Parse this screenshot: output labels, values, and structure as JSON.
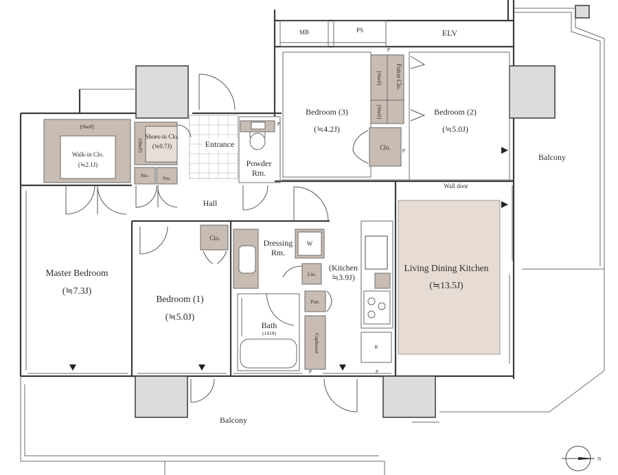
{
  "rooms": {
    "mb": "MB",
    "ps": "PS",
    "elv": "ELV",
    "bedroom3": "Bedroom (3)",
    "bedroom3_size": "(≒4.2J)",
    "bedroom2": "Bedroom (2)",
    "bedroom2_size": "(≒5.0J)",
    "balcony_right": "Balcony",
    "wall_door": "Wall door",
    "entrance": "Entrance",
    "powder_1": "Powder",
    "powder_2": "Rm.",
    "hall": "Hall",
    "master_bedroom": "Master Bedroom",
    "master_bedroom_size": "(≒7.3J)",
    "bedroom1": "Bedroom (1)",
    "bedroom1_size": "(≒5.0J)",
    "dressing_1": "Dressing",
    "dressing_2": "Rm.",
    "kitchen_1": "(Kitchen",
    "kitchen_2": "≒3.9J)",
    "ldk": "Living Dining Kitchen",
    "ldk_size": "(≒13.5J)",
    "bath": "Bath",
    "bath_size": "(1418)",
    "balcony_bottom": "Balcony"
  },
  "storage": {
    "shelf": "[Shelf]",
    "walkin_1": "Walk-in Clo.",
    "walkin_2": "(≒2.1J)",
    "shoes_1": "Shoes-in Clo.",
    "shoes_2": "(≒0.7J)",
    "shelf_v": "(Shelf)",
    "sto": "Sto.",
    "clo": "Clo.",
    "futon": "Futon Clo.",
    "shelf_b": "[Shelf]",
    "w": "W",
    "lin": "Lin.",
    "pan": "Pan.",
    "cupboard": "Cupboard",
    "r": "R",
    "p": "P"
  },
  "compass": {
    "n": "N"
  }
}
